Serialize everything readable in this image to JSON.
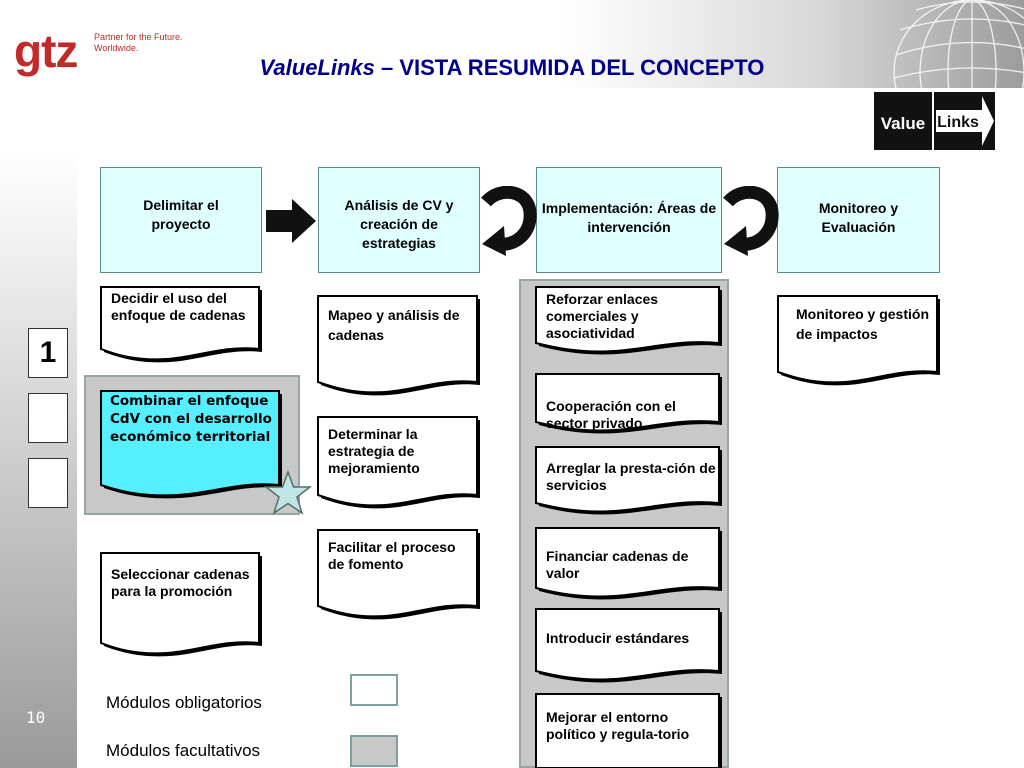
{
  "header": {
    "logo_text": "gtz",
    "tagline_line1": "Partner for the Future.",
    "tagline_line2": "Worldwide.",
    "title_italic": "ValueLinks",
    "title_rest": " – VISTA RESUMIDA DEL CONCEPTO"
  },
  "brand_logo": {
    "part1": "Value",
    "part2": "Links"
  },
  "colors": {
    "title": "#00008b",
    "brand": "#c22a2a",
    "box_fill": "#e0ffff",
    "highlight": "#55efff",
    "panel_gray": "#c8c8c8"
  },
  "stages": [
    {
      "label": "Delimitar el proyecto"
    },
    {
      "label": "Análisis de CV y creación de estrategias"
    },
    {
      "label": "Implementación: Áreas de intervención"
    },
    {
      "label": "Monitoreo y Evaluación"
    }
  ],
  "modules": {
    "col1": [
      "Decidir el uso del enfoque de cadenas",
      "Combinar el enfoque CdV con el desarrollo económico territorial",
      "Seleccionar cadenas para la promoción"
    ],
    "col2": [
      "Mapeo y análisis de cadenas",
      "Determinar la estrategia de mejoramiento",
      "Facilitar el proceso de fomento"
    ],
    "col3": [
      "Reforzar enlaces comerciales y asociatividad",
      "Cooperación con el sector privado",
      "Arreglar la presta-ción de servicios",
      "Financiar cadenas de valor",
      "Introducir estándares",
      "Mejorar  el entorno político y regula-torio"
    ],
    "col4": [
      "Monitoreo y gestión de impactos"
    ]
  },
  "icons": {
    "highlight_marker": "star-icon",
    "forward": "arrow-right-icon",
    "feedback": "curved-arrow-icon"
  },
  "page": {
    "current": "1",
    "slide_number": "10"
  },
  "legend": {
    "mandatory": "Módulos obligatorios",
    "optional": "Módulos facultativos"
  }
}
